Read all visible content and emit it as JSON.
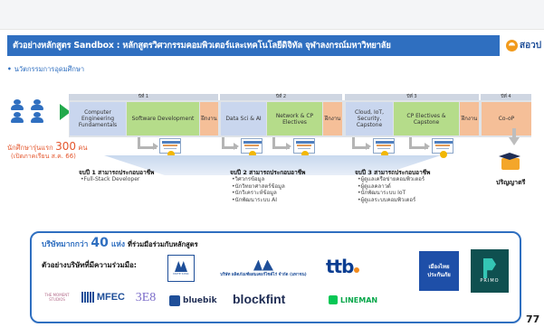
{
  "header": {
    "title": "ตัวอย่างหลักสูตร Sandbox : หลักสูตรวิศวกรรมคอมพิวเตอร์และเทคโนโลยีดิจิทัล จุฬาลงกรณ์มหาวิทยาลัย",
    "logo_text": "สอวป"
  },
  "section": {
    "bullet": "นวัตกรรมการอุดมศึกษา"
  },
  "students": {
    "prefix": "นักศึกษารุ่นแรก",
    "number": "300",
    "unit": "คน",
    "note": "(เปิดภาคเรียน ส.ค. 66)"
  },
  "years": [
    "ปีที่ 1",
    "ปีที่ 2",
    "ปีที่ 3",
    "ปีที่ 4"
  ],
  "courses": [
    "Computer Engineering Fundamentals",
    "Software Development",
    "ฝึกงาน",
    "Data Sci & AI",
    "Network & CP Electives",
    "ฝึกงาน",
    "Cloud, IoT, Security, Capstone",
    "CP Electives & Capstone",
    "ฝึกงาน",
    "Co-oP"
  ],
  "cert_label": "CERTIFICATE",
  "exits": [
    {
      "title": "จบปี 1 สามารถประกอบอาชีพ",
      "items": [
        "Full-Stack Developer"
      ]
    },
    {
      "title": "จบปี 2 สามารถประกอบอาชีพ",
      "items": [
        "วิศวกรข้อมูล",
        "นักวิทยาศาสตร์ข้อมูล",
        "นักวิเคราะห์ข้อมูล",
        "นักพัฒนาระบบ AI"
      ]
    },
    {
      "title": "จบปี 3 สามารถประกอบอาชีพ",
      "items": [
        "ผู้ดูแลเครือข่ายคอมพิวเตอร์",
        "ผู้ดูแลคลาวด์",
        "นักพัฒนาระบบ IoT",
        "ผู้ดูแลระบบคอมพิวเตอร์"
      ]
    }
  ],
  "graduate_label": "ปริญญาตรี",
  "partners": {
    "title_prefix": "บริษัทมากกว่า",
    "title_number": "40",
    "title_unit": "แห่ง",
    "title_suffix": "ที่ร่วมมือร่วมกับหลักสูตร",
    "example_label": "ตัวอย่างบริษัทที่มีความร่วมมือ:",
    "logos": [
      "MUTE SYNC",
      "บริษัท ผลิตภัณฑ์ผสมเตอร์ไซด์ไร่ จำกัด (มหาชน)",
      "ttb",
      "เมืองไทย ประกันภัย",
      "PRIMO",
      "THE MOMENT STUDIOS",
      "MFEC",
      "3E8",
      "bluebik",
      "blockfint",
      "LINEMAN"
    ]
  },
  "page_number": "77",
  "colors": {
    "brand_blue": "#2f6fc0",
    "accent_orange": "#e4572e",
    "green": "#b5dc8a",
    "blue_cell": "#c9d6ee",
    "orange_cell": "#f5bf98"
  }
}
